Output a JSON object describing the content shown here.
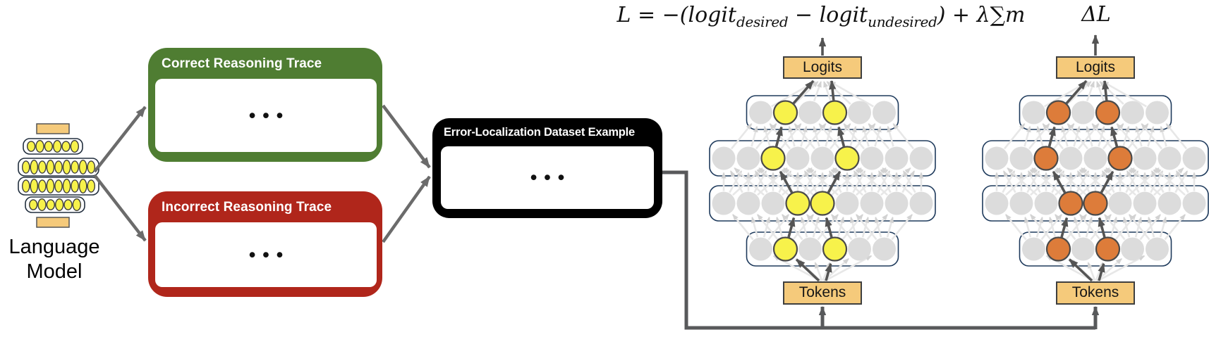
{
  "language_model": {
    "line1": "Language",
    "line2": "Model",
    "layer_rows": [
      6,
      9,
      9,
      6
    ]
  },
  "correct_box": {
    "title": "Correct Reasoning Trace",
    "dots": "•••"
  },
  "incorrect_box": {
    "title": "Incorrect Reasoning Trace",
    "dots": "•••"
  },
  "dataset_box": {
    "title": "Error-Localization Dataset Example",
    "dots": "•••"
  },
  "formula": {
    "prefix": "L = −(logit",
    "sub_desired": "desired",
    "middle": " − logit",
    "sub_undesired": "undesired",
    "suffix": ") + λ∑m",
    "delta_label": "ΔL"
  },
  "networks": [
    {
      "name": "loss-computation-network",
      "top_label": "Logits",
      "bottom_label": "Tokens",
      "highlight_color": "#f7f24b",
      "layers_top_to_bottom": [
        {
          "size": 6,
          "highlighted": [
            1,
            3
          ]
        },
        {
          "size": 9,
          "highlighted": [
            2,
            5
          ]
        },
        {
          "size": 9,
          "highlighted": [
            3,
            4
          ]
        },
        {
          "size": 6,
          "highlighted": [
            1,
            3
          ]
        }
      ]
    },
    {
      "name": "attribution-network",
      "top_label": "Logits",
      "bottom_label": "Tokens",
      "highlight_color": "#dd7c3a",
      "layers_top_to_bottom": [
        {
          "size": 6,
          "highlighted": [
            1,
            3
          ]
        },
        {
          "size": 9,
          "highlighted": [
            2,
            5
          ]
        },
        {
          "size": 9,
          "highlighted": [
            3,
            4
          ]
        },
        {
          "size": 6,
          "highlighted": [
            1,
            3
          ]
        }
      ]
    }
  ],
  "colors": {
    "correct_green": "#4f7d32",
    "incorrect_red": "#b0261b",
    "dataset_black": "#000000",
    "token_box_tan": "#f5ca7b",
    "node_gray": "#dcdcdc",
    "node_yellow": "#f7f24b",
    "node_orange": "#dd7c3a",
    "connector_gray": "#58595b",
    "box_arrow_gray": "#6b6b6b",
    "path_gray": "#545454",
    "light_mesh_gray": "#e7e7e7",
    "light_mesh_head": "#d2d2d2",
    "layer_outline_navy": "#1e3a5c"
  }
}
